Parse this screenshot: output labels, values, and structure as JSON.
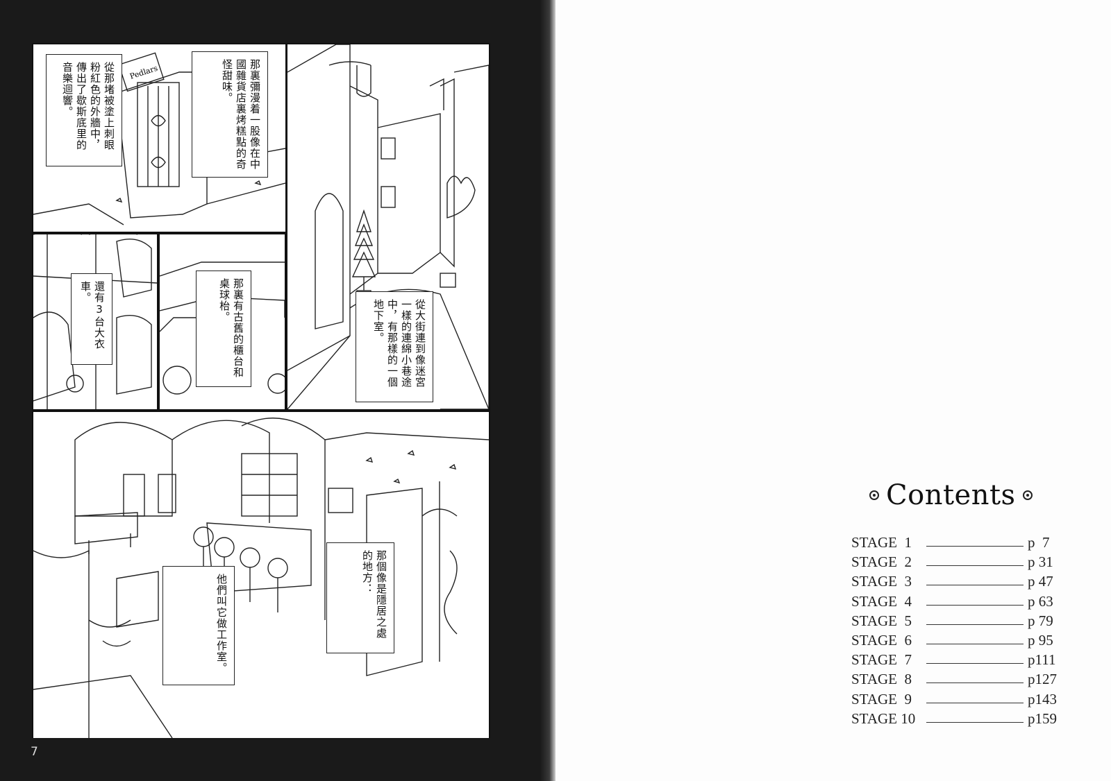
{
  "left_page": {
    "page_number": "7",
    "captions": {
      "c1": "從那堵被塗上刺眼粉紅色的外牆中，傳出了歇斯底里的音樂迴響。",
      "c2": "那裏彌漫着一股像在中國雜貨店裏烤糕點的奇怪甜味。",
      "c3": "還有3台大衣車。",
      "c4": "那裏有古舊的櫃台和桌球枱。",
      "c5": "從大街連到像迷宮一樣的連綿小巷途中，有那樣的一個地下室。",
      "c6": "那個像是隱居之處的地方：",
      "c7": "他們叫它做工作室。"
    },
    "shop_sign": "Pedlars"
  },
  "right_page": {
    "title": "Contents",
    "toc": [
      {
        "stage": "STAGE  1",
        "page": "p  7"
      },
      {
        "stage": "STAGE  2",
        "page": "p 31"
      },
      {
        "stage": "STAGE  3",
        "page": "p 47"
      },
      {
        "stage": "STAGE  4",
        "page": "p 63"
      },
      {
        "stage": "STAGE  5",
        "page": "p 79"
      },
      {
        "stage": "STAGE  6",
        "page": "p 95"
      },
      {
        "stage": "STAGE  7",
        "page": "p111"
      },
      {
        "stage": "STAGE  8",
        "page": "p127"
      },
      {
        "stage": "STAGE  9",
        "page": "p143"
      },
      {
        "stage": "STAGE 10",
        "page": "p159"
      }
    ]
  }
}
